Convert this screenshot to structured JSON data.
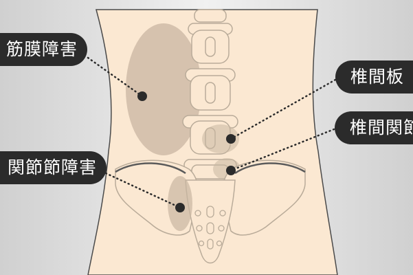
{
  "labels": {
    "fascia": "筋膜障害",
    "sacroiliac": "関節節障害",
    "disc": "椎間板",
    "facet": "椎間関節"
  },
  "colors": {
    "background": "#e6e6e6",
    "skin": "#fbe8d2",
    "outline": "#4a4a4a",
    "bone_fill": "#fbe8d2",
    "bone_stroke": "#b9ab99",
    "highlight_area": "#c9b6a1",
    "marker": "#2b2b2b",
    "callout_bg": "#2b2b2b",
    "callout_text": "#ffffff"
  }
}
